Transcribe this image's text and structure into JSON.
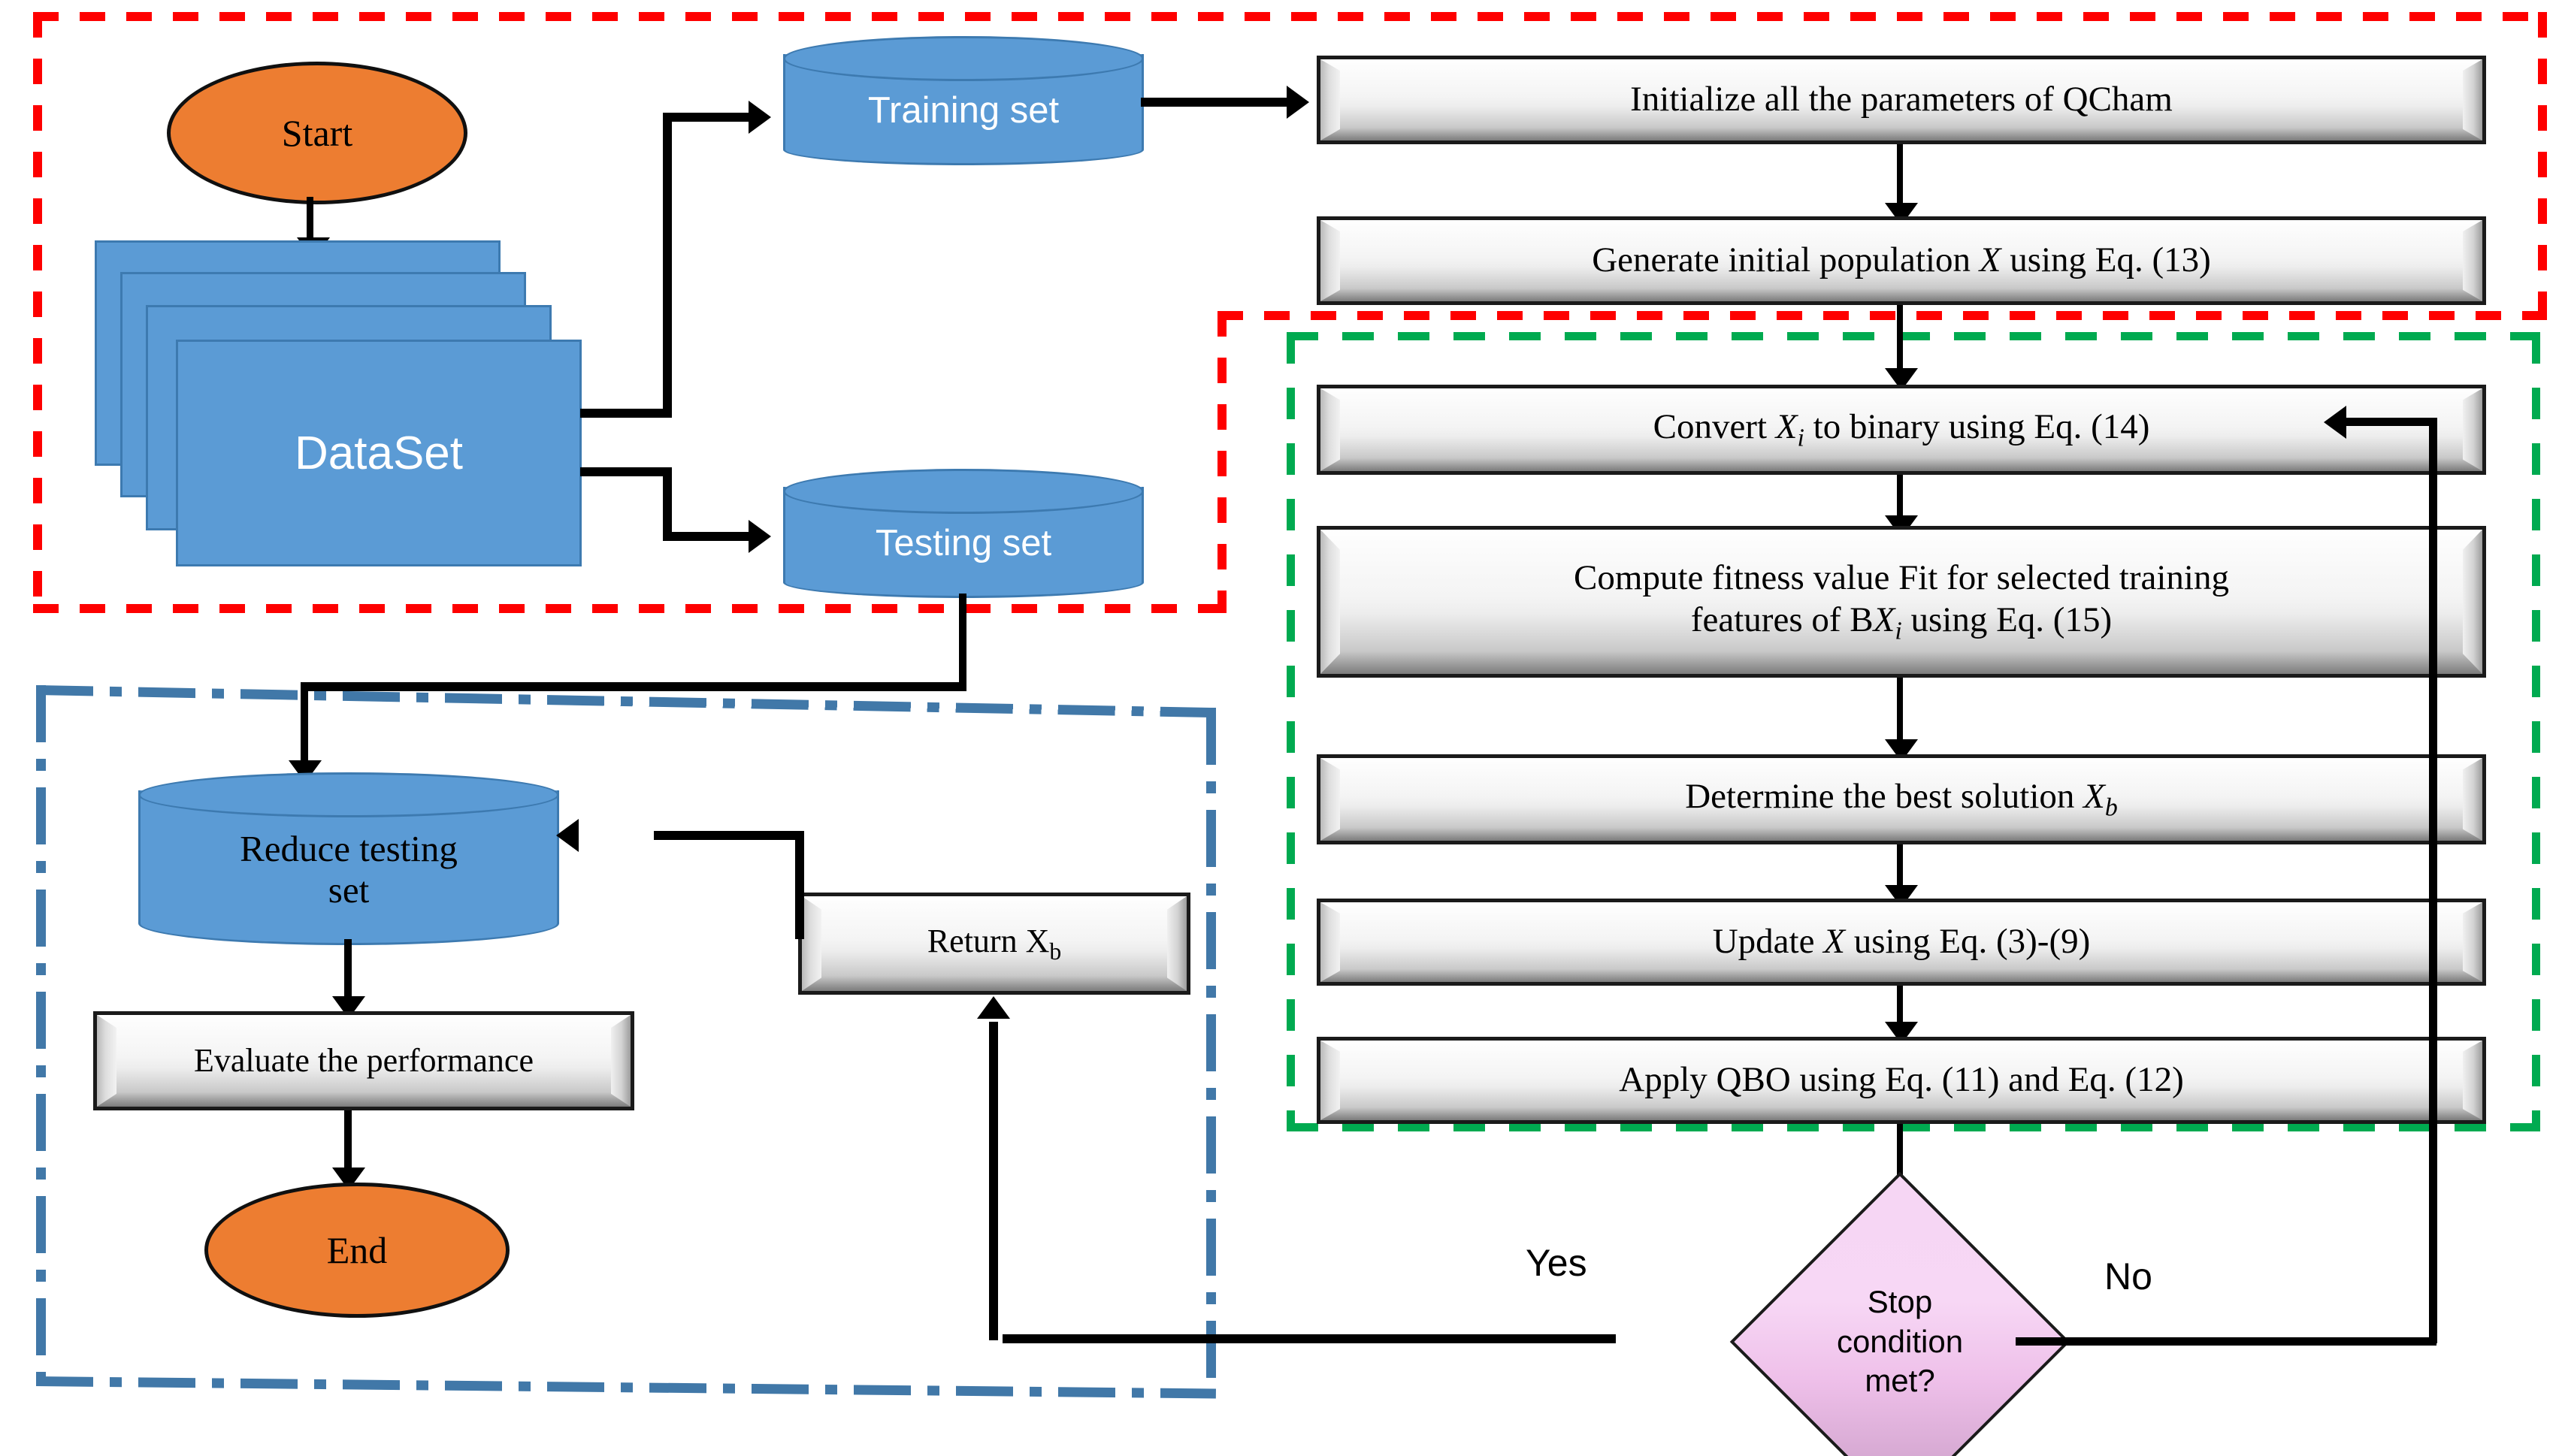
{
  "diagram": {
    "title": "QCham feature-selection flowchart",
    "regions": [
      {
        "name": "data-preparation-region",
        "color": "#fe0000",
        "style": "dashed"
      },
      {
        "name": "optimization-loop-region",
        "color": "#00aa50",
        "style": "dashed"
      },
      {
        "name": "evaluation-region",
        "color": "#4178a8",
        "style": "dash-dot"
      }
    ],
    "colors": {
      "red_region": "#fe0000",
      "green_region": "#00aa50",
      "blue_region": "#4178a8",
      "terminator_fill": "#ed7d31",
      "database_fill": "#5b9bd5",
      "decision_fill": "#f5d0f2",
      "process_fill": "#efefef",
      "connector": "#000000"
    }
  },
  "nodes": {
    "start": "Start",
    "dataset": "DataSet",
    "training_set": "Training set",
    "testing_set": "Testing set",
    "init_params": "Initialize all the parameters of QCham",
    "generate_population": "Generate initial population X using Eq. (13)",
    "convert_binary": "Convert Xᵢ to binary using Eq. (14)",
    "compute_fitness_line1": "Compute fitness value Fit for selected training",
    "compute_fitness_line2": "features of BXᵢ using Eq. (15)",
    "determine_best": "Determine the best solution Xₕ",
    "update_x": "Update X using Eq. (3)-(9)",
    "apply_qbo": "Apply QBO using Eq. (11) and Eq. (12)",
    "stop_condition_line1": "Stop",
    "stop_condition_line2": "condition",
    "stop_condition_line3": "met?",
    "return_xb": "Return Xₕ",
    "reduce_testing_line1": "Reduce testing",
    "reduce_testing_line2": "set",
    "evaluate_performance": "Evaluate the performance",
    "end": "End"
  },
  "edge_labels": {
    "yes": "Yes",
    "no": "No"
  }
}
